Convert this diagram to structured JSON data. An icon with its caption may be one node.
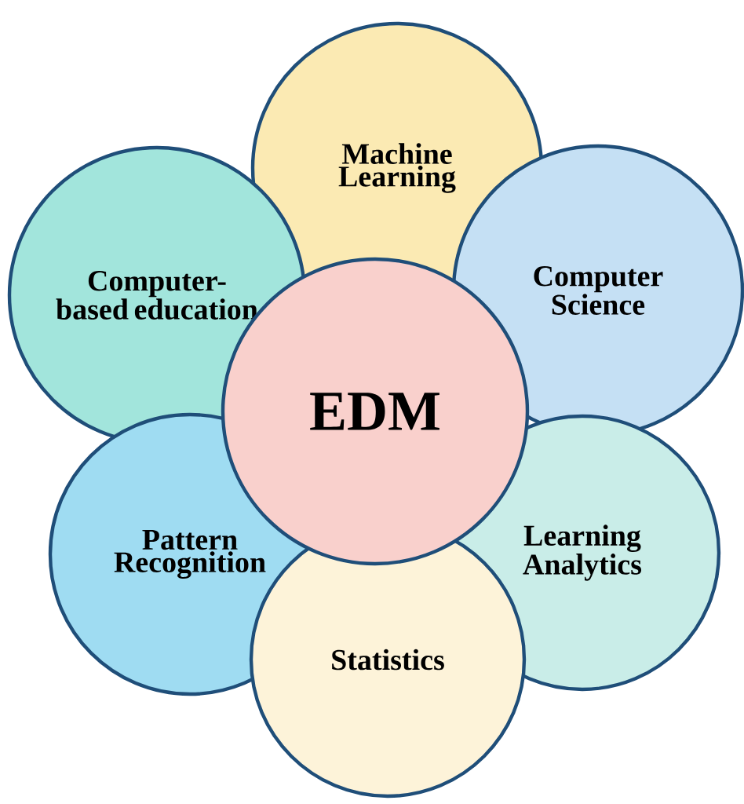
{
  "diagram": {
    "nodes": [
      {
        "text": [
          "Machine Learning"
        ]
      },
      {
        "text": [
          "Computer-based education"
        ]
      },
      {
        "text": [
          "Computer Science"
        ]
      },
      {
        "text": [
          "Pattern Recognition"
        ]
      },
      {
        "text": [
          "Learning Analytics"
        ]
      },
      {
        "text": [
          "Statistics"
        ]
      },
      {
        "text": [
          "EDM"
        ]
      }
    ]
  }
}
